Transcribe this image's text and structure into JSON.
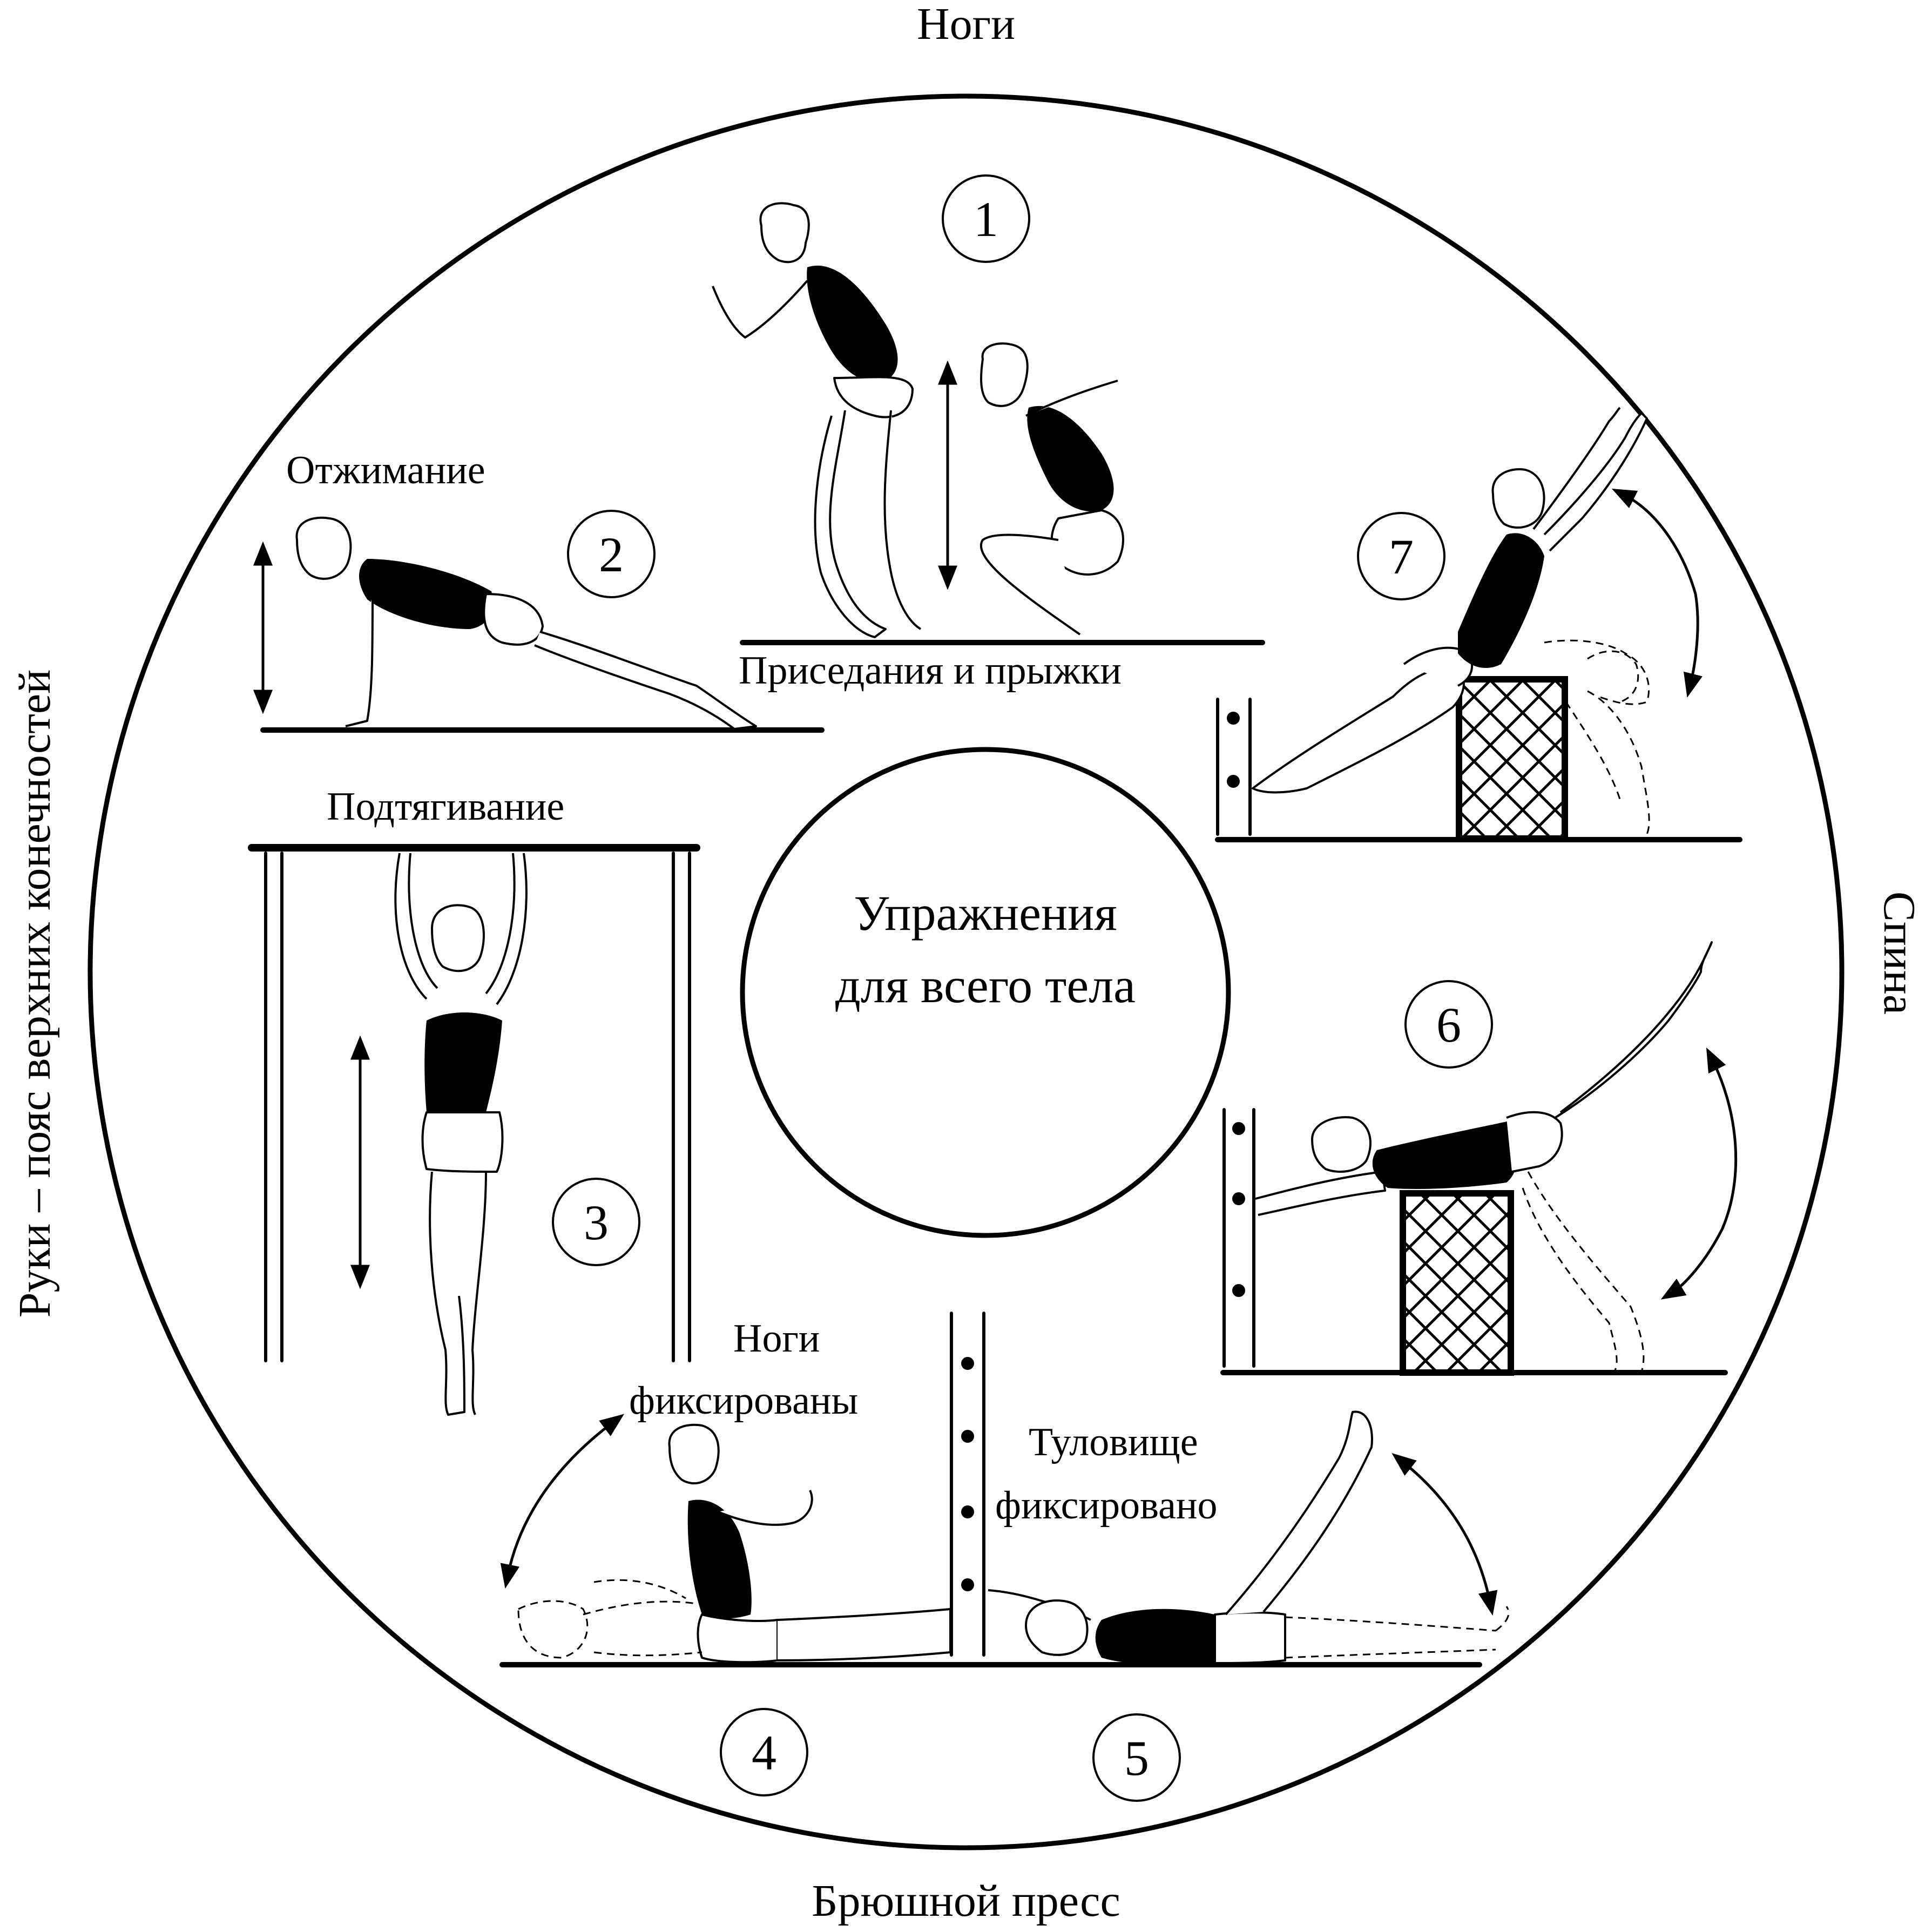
{
  "side_labels": {
    "top": "Ноги",
    "bottom": "Брюшной пресс",
    "left": "Руки – пояс верхних конечностей",
    "right": "Спина"
  },
  "center": {
    "line1": "Упражнения",
    "line2": "для всего тела"
  },
  "exercises": [
    {
      "number": "1",
      "label": "Приседания и прыжки"
    },
    {
      "number": "2",
      "label": "Отжимание"
    },
    {
      "number": "3",
      "label": "Подтягивание"
    },
    {
      "number": "4",
      "label_line1": "Ноги",
      "label_line2": "фиксированы"
    },
    {
      "number": "5",
      "label_line1": "Туловище",
      "label_line2": "фиксировано"
    },
    {
      "number": "6"
    },
    {
      "number": "7"
    }
  ]
}
